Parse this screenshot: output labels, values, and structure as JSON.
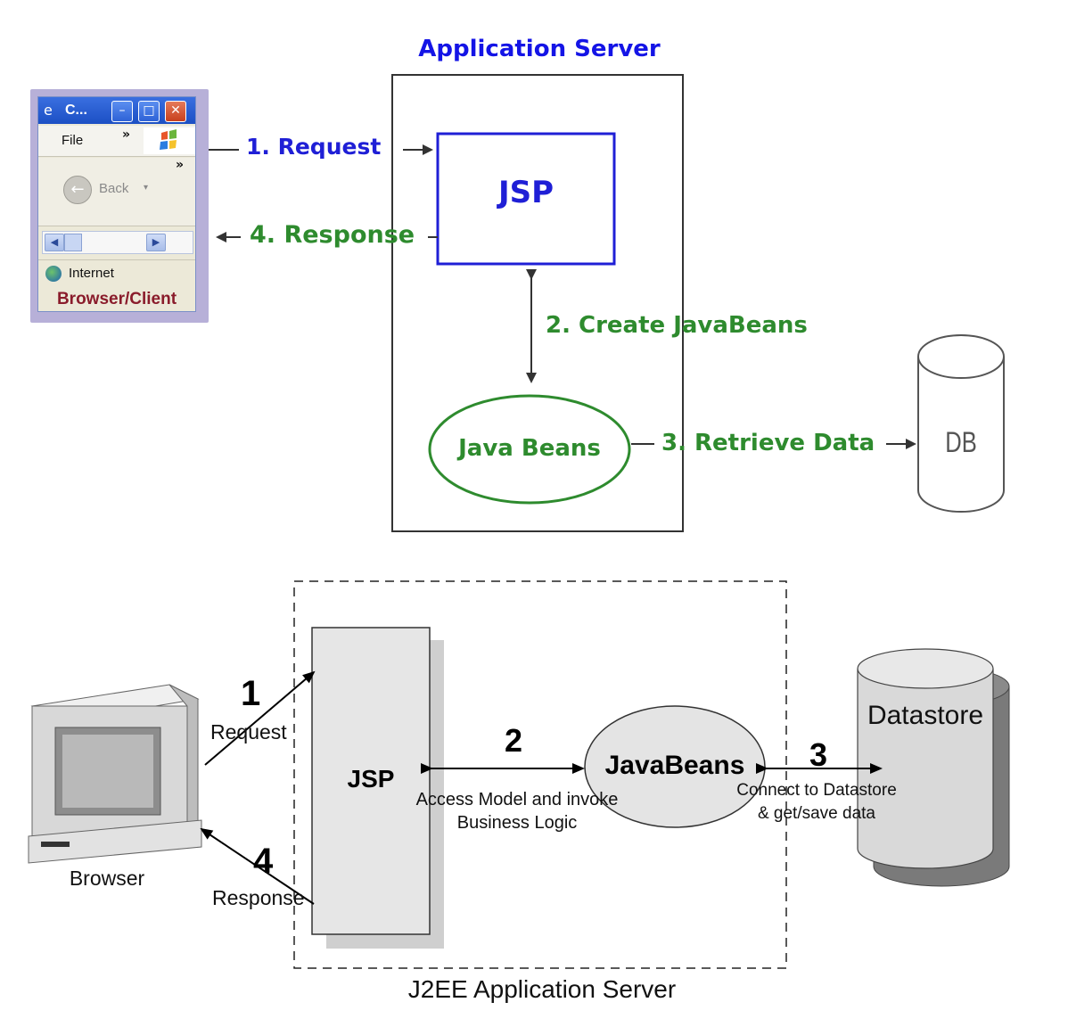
{
  "top": {
    "title": "Application Server",
    "browser_window": {
      "title": "C...",
      "menu_file": "File",
      "menu_more": "»",
      "toolbar_more": "»",
      "back_label": "Back",
      "status": "Internet",
      "caption": "Browser/Client"
    },
    "jsp_label": "JSP",
    "beans_label": "Java Beans",
    "db_label": "DB",
    "step1": "1. Request",
    "step2": "2. Create JavaBeans",
    "step3": "3. Retrieve Data",
    "step4": "4. Response"
  },
  "bottom": {
    "server_label": "J2EE Application Server",
    "browser_label": "Browser",
    "jsp_label": "JSP",
    "beans_label": "JavaBeans",
    "datastore_label": "Datastore",
    "step1_num": "1",
    "step1_text": "Request",
    "step2_num": "2",
    "step2_text_line1": "Access Model and invoke",
    "step2_text_line2": "Business Logic",
    "step3_num": "3",
    "step3_text_line1": "Connect to Datastore",
    "step3_text_line2": "& get/save data",
    "step4_num": "4",
    "step4_text": "Response"
  },
  "colors": {
    "blue": "#1f1fd6",
    "green": "#2e8b2e",
    "browser_caption": "#8a1c2b"
  }
}
